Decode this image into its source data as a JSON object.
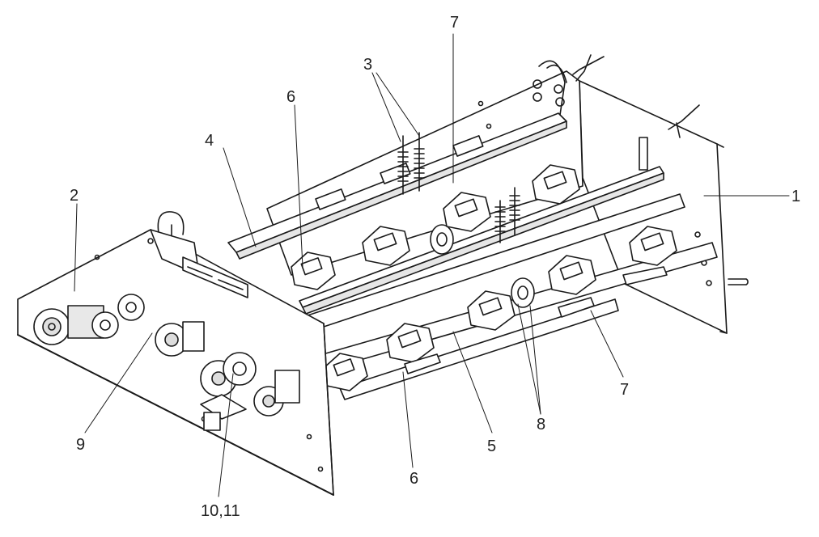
{
  "diagram": {
    "callouts": [
      {
        "id": "c1",
        "text": "1"
      },
      {
        "id": "c2",
        "text": "2"
      },
      {
        "id": "c3",
        "text": "3"
      },
      {
        "id": "c4",
        "text": "4"
      },
      {
        "id": "c5",
        "text": "5"
      },
      {
        "id": "c6a",
        "text": "6"
      },
      {
        "id": "c6b",
        "text": "6"
      },
      {
        "id": "c7a",
        "text": "7"
      },
      {
        "id": "c7b",
        "text": "7"
      },
      {
        "id": "c8",
        "text": "8"
      },
      {
        "id": "c9",
        "text": "9"
      },
      {
        "id": "c10",
        "text": "10,11"
      }
    ]
  },
  "colors": {
    "line": "#1a1a1a",
    "fill": "#ffffff",
    "shade": "#dcdcdc"
  }
}
